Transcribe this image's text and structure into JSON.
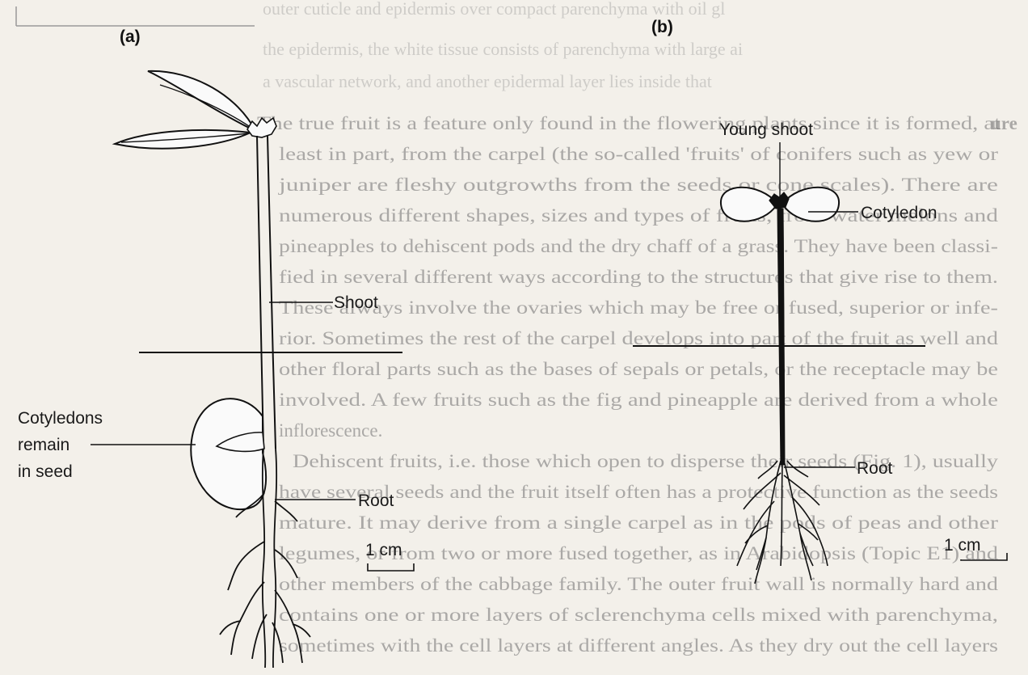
{
  "bleed_through_text": [
    "outer cuticle and epidermis over compact parenchyma with oil gl",
    "the epidermis, the white tissue consists of parenchyma with large ai",
    "a vascular network, and another epidermal layer lies inside that",
    "The true fruit is a feature only found in the flowering plants since it is formed, at",
    "least in part, from the carpel (the so-called 'fruits' of conifers such as yew or",
    "juniper are fleshy outgrowths from the seeds or cone scales). There are",
    "numerous different shapes, sizes and types of fruits, from water melons and",
    "pineapples to dehiscent pods and the dry chaff of a grass. They have been classi-",
    "fied in several different ways according to the structures that give rise to them.",
    "These always involve the ovaries which may be free or fused, superior or infe-",
    "rior. Sometimes the rest of the carpel develops into part of the fruit as well and",
    "other floral parts such as the bases of sepals or petals, or the receptacle may be",
    "involved. A few fruits such as the fig and pineapple are derived from a whole",
    "inflorescence.",
    "Dehiscent fruits, i.e. those which open to disperse their seeds (Fig. 1), usually",
    "have several seeds and the fruit itself often has a protective function as the seeds",
    "mature. It may derive from a single carpel as in the pods of peas and other",
    "legumes, or from two or more fused together, as in Arabidopsis (Topic E1) and",
    "other members of the cabbage family. The outer fruit wall is normally hard and",
    "contains one or more layers of sclerenchyma cells mixed with parenchyma,",
    "sometimes with the cell layers at different angles. As they dry out the cell layers"
  ],
  "margin_fragment": "ure",
  "panel_a": {
    "label": "(a)",
    "shoot": "Shoot",
    "cotyledons_1": "Cotyledons",
    "cotyledons_2": "remain",
    "cotyledons_3": "in seed",
    "root": "Root",
    "scale": "1 cm"
  },
  "panel_b": {
    "label": "(b)",
    "young_shoot": "Young shoot",
    "cotyledon": "Cotyledon",
    "root": "Root",
    "scale": "1 cm"
  }
}
